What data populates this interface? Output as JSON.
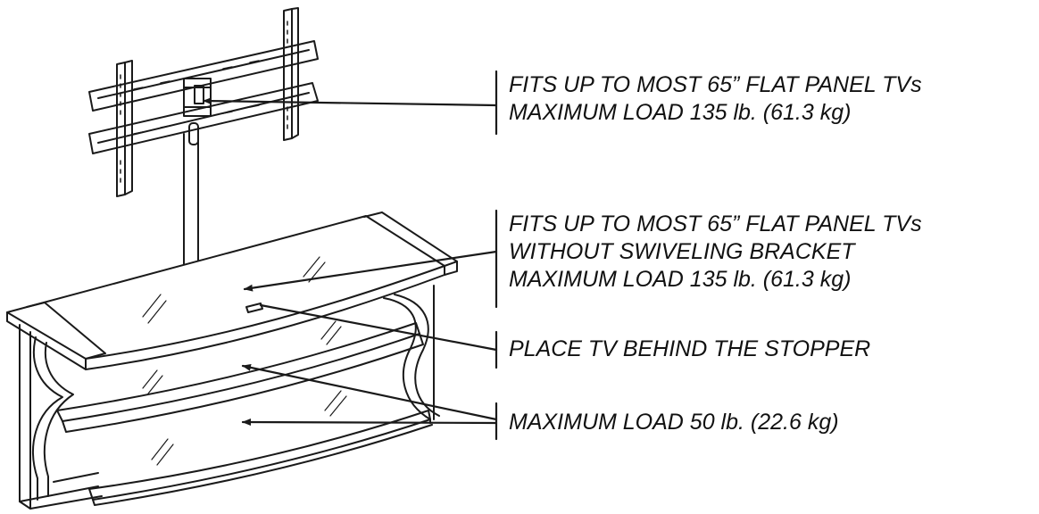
{
  "colors": {
    "ink": "#1a1a1a",
    "text": "#111111",
    "background": "#ffffff"
  },
  "callouts": {
    "mount": {
      "line1": "FITS UP TO MOST 65” FLAT PANEL TVs",
      "line2": "MAXIMUM LOAD 135 lb. (61.3 kg)"
    },
    "top_shelf": {
      "line1": "FITS UP TO MOST 65” FLAT PANEL TVs",
      "line2": "WITHOUT SWIVELING BRACKET",
      "line3": "MAXIMUM LOAD 135 lb. (61.3 kg)"
    },
    "stopper": {
      "line1": "PLACE TV BEHIND THE STOPPER"
    },
    "lower_shelves": {
      "line1": "MAXIMUM LOAD 50 lb. (22.6 kg)"
    }
  }
}
